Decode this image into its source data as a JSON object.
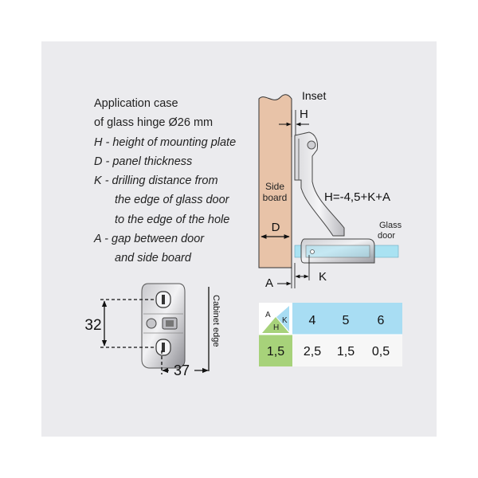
{
  "description": {
    "lines": [
      {
        "text": "Application case",
        "italic": false,
        "indent": false
      },
      {
        "text": "of glass hinge Ø26 mm",
        "italic": false,
        "indent": false
      },
      {
        "text": "H - height of mounting plate",
        "italic": true,
        "indent": false
      },
      {
        "text": "D - panel thickness",
        "italic": true,
        "indent": false
      },
      {
        "text": "K - drilling distance from",
        "italic": true,
        "indent": false
      },
      {
        "text": "the edge of glass door",
        "italic": true,
        "indent": true
      },
      {
        "text": "to the edge of the hole",
        "italic": true,
        "indent": true
      },
      {
        "text": "A - gap between door",
        "italic": true,
        "indent": false
      },
      {
        "text": "and side board",
        "italic": true,
        "indent": true
      }
    ]
  },
  "diagram": {
    "inset_label": "Inset",
    "h_label": "H",
    "side_board_line1": "Side",
    "side_board_line2": "board",
    "formula": "H=-4,5+K+A",
    "glass_line1": "Glass",
    "glass_line2": "door",
    "d_label": "D",
    "a_label": "A",
    "k_label": "K"
  },
  "plate": {
    "height_label": "32",
    "distance_label": "37",
    "edge_label": "Cabinet edge"
  },
  "table": {
    "corner_a": "A",
    "corner_k": "K",
    "corner_h": "H",
    "k_values": [
      "4",
      "5",
      "6"
    ],
    "h_value": "1,5",
    "a_values": [
      "2,5",
      "1,5",
      "0,5"
    ]
  },
  "colors": {
    "wood": "#e8c3a8",
    "glass": "#a9e2f2",
    "blue_cell": "#a8ddf3",
    "green_cell": "#a7d27a",
    "background": "#ebebee"
  }
}
